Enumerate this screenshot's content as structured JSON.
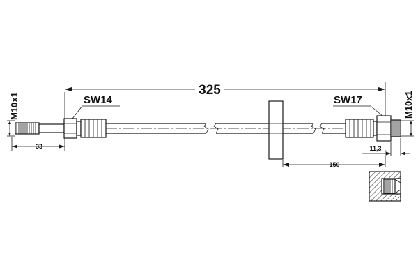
{
  "dimensions": {
    "overall_length": "325",
    "left_thread": "M10x1",
    "right_thread": "M10x1",
    "left_wrench": "SW14",
    "right_wrench": "SW17",
    "left_thread_length": "33",
    "right_thread_length": "11,3",
    "bracket_offset": "150"
  }
}
